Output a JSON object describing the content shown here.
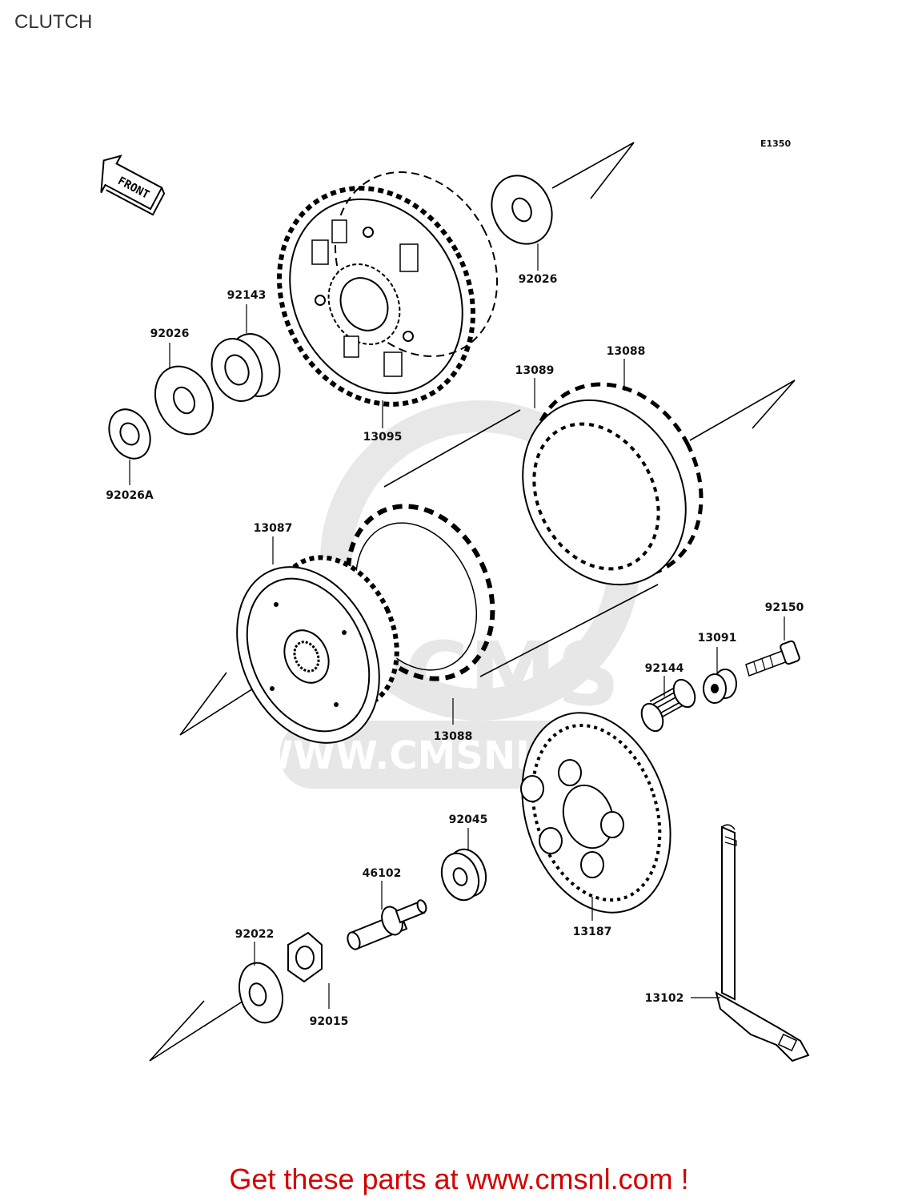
{
  "title": "CLUTCH",
  "diagram_code": "E1350",
  "front_label": "FRONT",
  "watermark": {
    "logo_text": "CMS",
    "url_text": "WWW.CMSNL.COM"
  },
  "parts": [
    {
      "id": "p1",
      "number": "92026"
    },
    {
      "id": "p2",
      "number": "92143"
    },
    {
      "id": "p3",
      "number": "92026"
    },
    {
      "id": "p4",
      "number": "92026A"
    },
    {
      "id": "p5",
      "number": "13095"
    },
    {
      "id": "p6",
      "number": "13089"
    },
    {
      "id": "p7",
      "number": "13088"
    },
    {
      "id": "p8",
      "number": "13087"
    },
    {
      "id": "p9",
      "number": "13088"
    },
    {
      "id": "p10",
      "number": "92150"
    },
    {
      "id": "p11",
      "number": "13091"
    },
    {
      "id": "p12",
      "number": "92144"
    },
    {
      "id": "p13",
      "number": "92045"
    },
    {
      "id": "p14",
      "number": "46102"
    },
    {
      "id": "p15",
      "number": "13187"
    },
    {
      "id": "p16",
      "number": "92022"
    },
    {
      "id": "p17",
      "number": "92015"
    },
    {
      "id": "p18",
      "number": "13102"
    }
  ],
  "footer": {
    "text": "Get these parts at www.cmsnl.com !"
  }
}
